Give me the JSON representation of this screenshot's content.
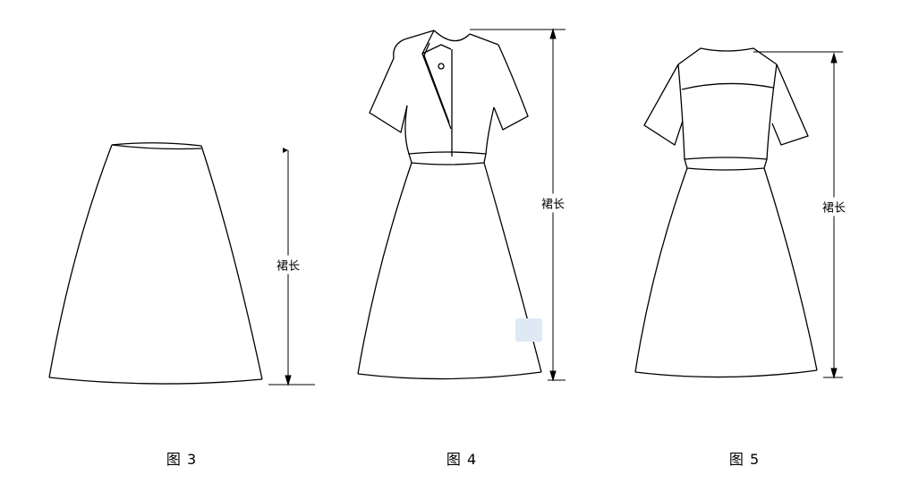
{
  "figures": [
    {
      "caption": "图 3",
      "dimension_label": "裙长"
    },
    {
      "caption": "图 4",
      "dimension_label": "裙长"
    },
    {
      "caption": "图 5",
      "dimension_label": "裙长"
    }
  ],
  "colors": {
    "line": "#000000",
    "background": "#ffffff"
  }
}
